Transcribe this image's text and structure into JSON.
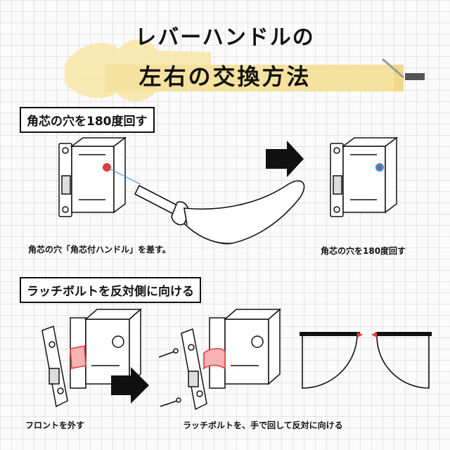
{
  "title": {
    "line1": "レバーハンドルの",
    "line2": "左右の交換方法"
  },
  "section1": {
    "heading": "角芯の穴を180度回す",
    "caption_left": "角芯の穴「角芯付ハンドル」を差す。",
    "caption_right": "角芯の穴を180度回す"
  },
  "section2": {
    "heading": "ラッチボルトを反対側に向ける",
    "caption_left": "フロントを外す",
    "caption_right": "ラッチボルトを、手で回して反対に向ける"
  },
  "colors": {
    "highlight": "#f5e29e",
    "accent_red": "#e23b3b",
    "accent_blue": "#3a8fd8",
    "ink": "#111111"
  }
}
